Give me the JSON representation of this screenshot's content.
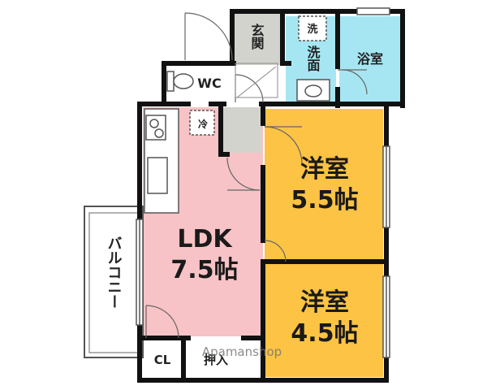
{
  "rooms": {
    "genkan": "玄関",
    "senmen": "洗面",
    "sen": "洗",
    "yokushitsu": "浴室",
    "wc": "WC",
    "rei": "冷",
    "ldk_name": "LDK",
    "ldk_size": "7.5帖",
    "yoshitsu1_name": "洋室",
    "yoshitsu1_size": "5.5帖",
    "yoshitsu2_name": "洋室",
    "yoshitsu2_size": "4.5帖",
    "balcony": "バルコニー",
    "cl": "CL",
    "oshiire": "押入"
  },
  "watermark": "Apamanshop",
  "colors": {
    "ldk": "#f7c3c6",
    "yoshitsu": "#fcc344",
    "wet": "#a6e6f3",
    "genkan": "#d3d3cd",
    "wall": "#111111"
  }
}
